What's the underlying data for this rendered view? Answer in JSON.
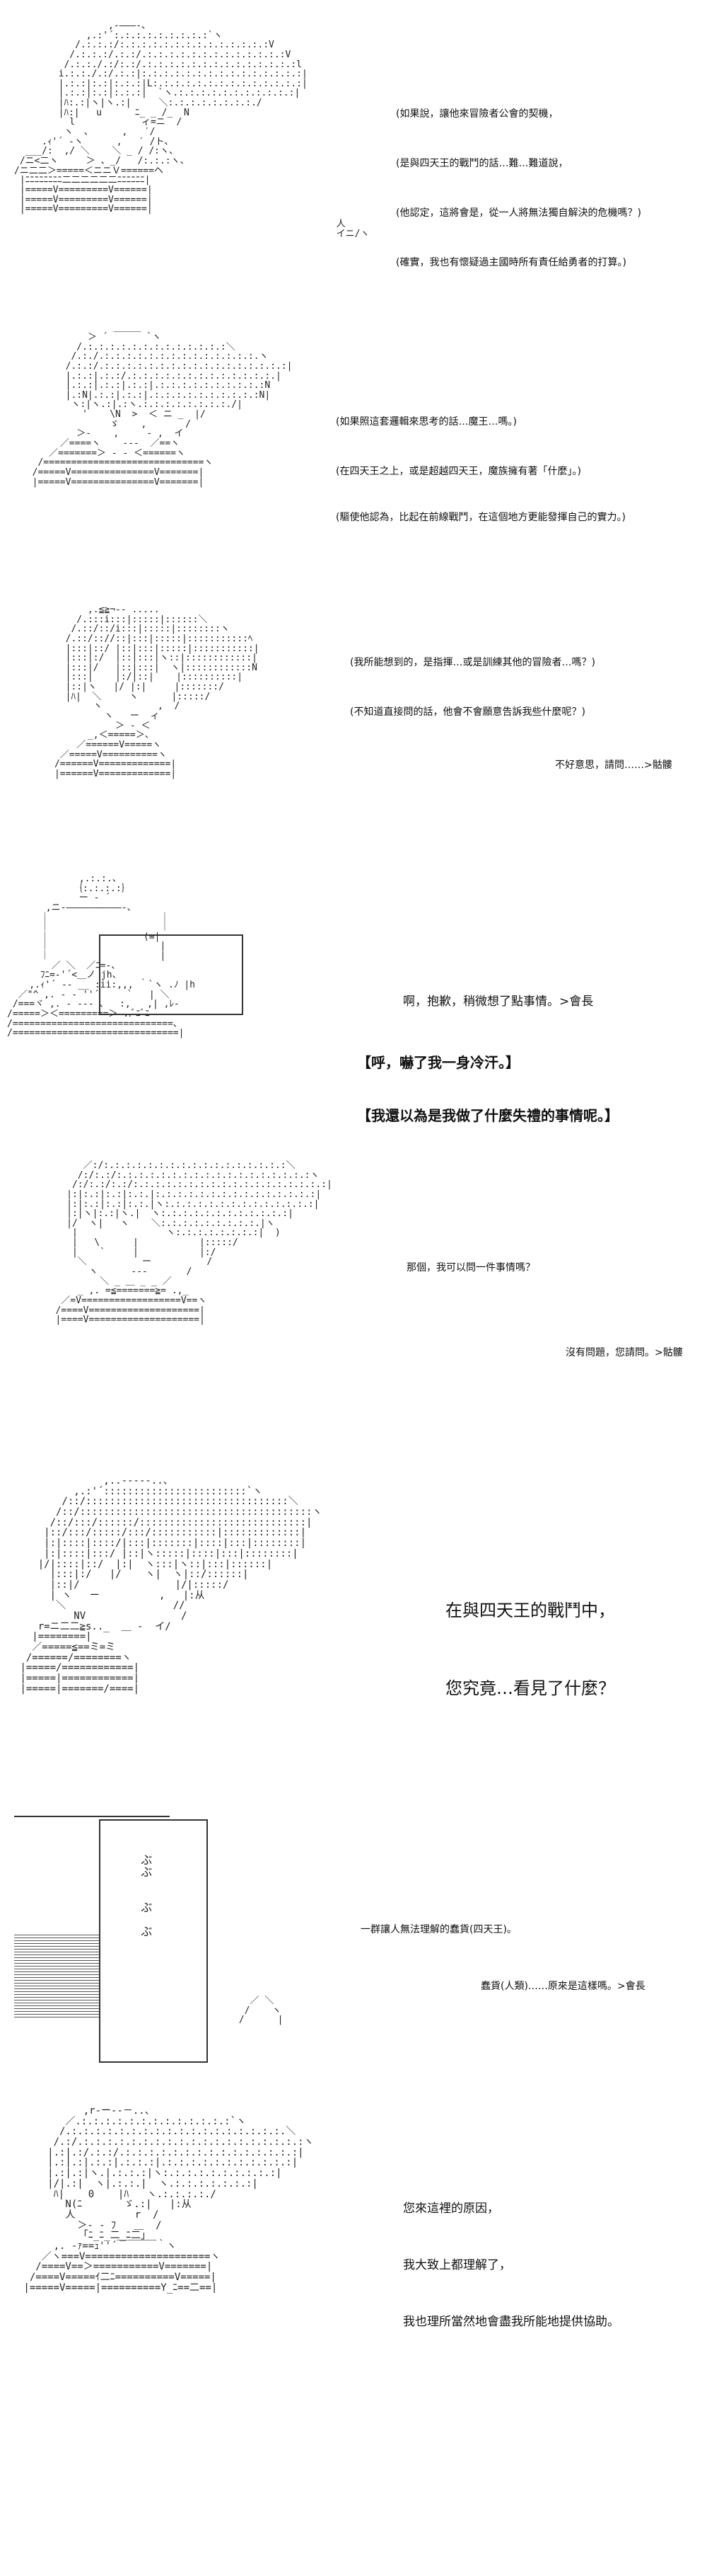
{
  "panels": [
    {
      "lines": [
        "(如果說，讓他來冒險者公會的契機，",
        "(是與四天王的戰鬥的話…難…難道說，",
        "(他認定，這將會是，從一人將無法獨自解決的危機嗎？)",
        "(確實，我也有懷疑過主國時所有責任給勇者的打算。)"
      ]
    },
    {
      "lines": [
        "(如果照這套邏輯來思考的話…魔王…嗎。)",
        "(在四天王之上，或是超越四天王，魔族擁有著「什麼」。)",
        "(驅使他認為，比起在前線戰鬥，在這個地方更能發揮自己的實力。)"
      ]
    },
    {
      "lines": [
        "(我所能想到的，是指揮…或是訓練其他的冒險者…嗎？)",
        "(不知道直接問的話，他會不會願意告訴我些什麼呢？)",
        "不好意思，請問……>骷髏"
      ]
    },
    {
      "lines": [
        "啊，抱歉，稍微想了點事情。>會長",
        "【呼，嚇了我一身冷汗。】",
        "【我還以為是我做了什麼失禮的事情呢。】"
      ]
    },
    {
      "lines": [
        "那個，我可以問一件事情嗎？",
        "沒有問題，您請問。>骷髏"
      ]
    },
    {
      "lines": [
        "在與四天王的戰鬥中，",
        "您究竟…看見了什麼？"
      ]
    },
    {
      "lines": [
        "一群讓人無法理解的蠢貨(四天王)。",
        "蠢貨(人類)……原來是這樣嗎。>會長"
      ]
    },
    {
      "lines": [
        "您來這裡的原因，",
        "我大致上都理解了，",
        "我也理所當然地會盡我所能地提供協助。"
      ]
    }
  ]
}
